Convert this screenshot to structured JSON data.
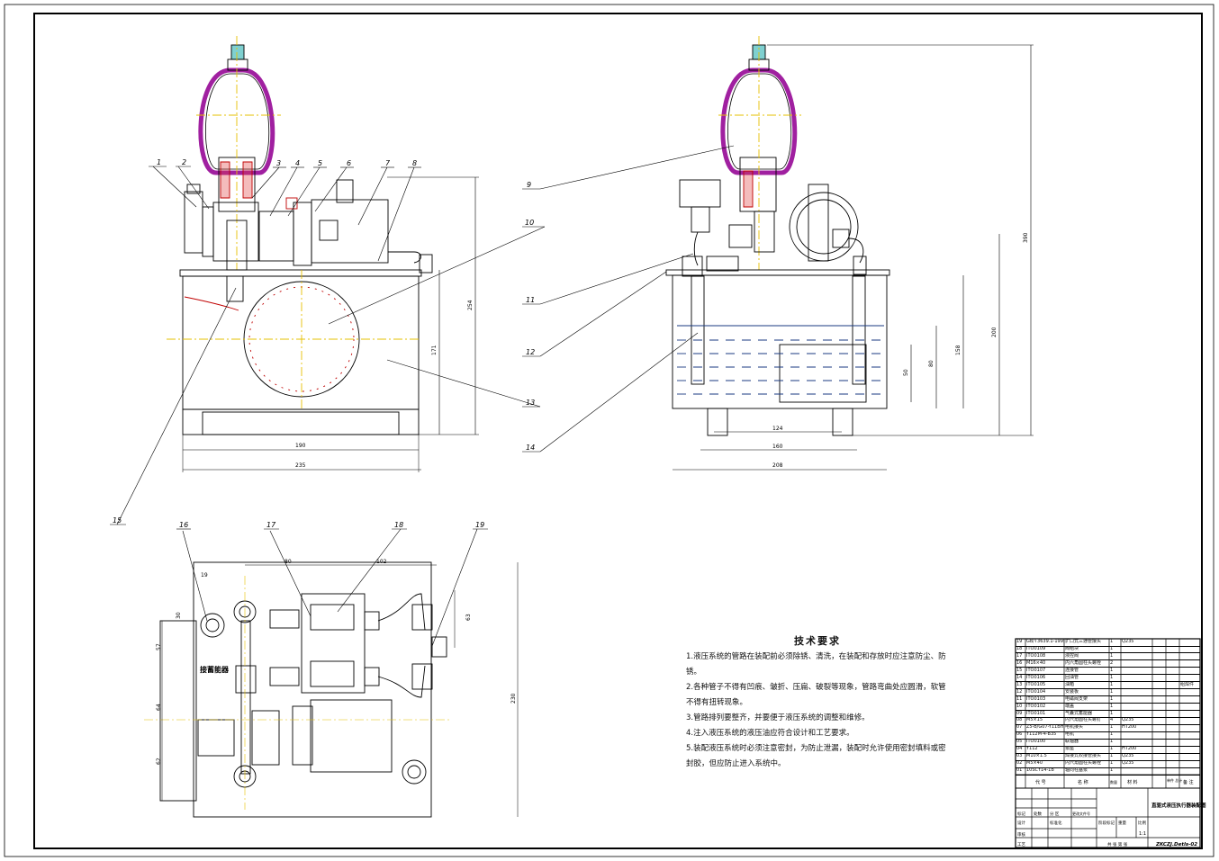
{
  "title_block": {
    "drawing_name": "直驱式液压执行器装配图",
    "drawing_no": "ZKCZJ.Detls-02",
    "scale": "1:1",
    "labels": {
      "code": "代 号",
      "name": "名 称",
      "qty": "数量",
      "material": "材 料",
      "single_total": "单件 总计",
      "weight": "重量",
      "remark": "备 注",
      "marks": "标记",
      "count": "处数",
      "zone": "分 区",
      "change_doc": "更改文件号",
      "sign": "签名",
      "date": "年月日",
      "design": "设计",
      "standardize": "标准化",
      "review": "审核",
      "process": "工艺",
      "stage_mark": "阶段标记",
      "weight2": "重量",
      "ratio": "比例",
      "sheets": "共 张 第 张"
    }
  },
  "tech_requirements": {
    "title": "技术要求",
    "items": [
      "1.液压系统的管路在装配前必须除锈、清洗，在装配和存放时应注意防尘、防",
      "锈。",
      "2.各种管子不得有凹痕、皱折、压扁、破裂等现象，管路弯曲处应圆滑，软管",
      "不得有扭转现象。",
      "3.管路排列要整齐，并要便于液压系统的调整和维修。",
      "4.注入液压系统的液压油应符合设计和工艺要求。",
      "5.装配液压系统时必须注意密封，为防止泄漏，装配时允许使用密封填料或密",
      "封胶，但应防止进入系统中。"
    ]
  },
  "bom": [
    {
      "no": "19",
      "code": "GB/T3639.1-1995",
      "name": "扩口式三通管接头",
      "qty": "1",
      "material": "Q235",
      "remark": ""
    },
    {
      "no": "18",
      "code": "ITO0109",
      "name": "阀组块",
      "qty": "1",
      "material": "",
      "remark": ""
    },
    {
      "no": "17",
      "code": "ITO0108",
      "name": "液控阀",
      "qty": "1",
      "material": "",
      "remark": ""
    },
    {
      "no": "16",
      "code": "M16×40",
      "name": "内六角圆柱头螺栓",
      "qty": "2",
      "material": "",
      "remark": ""
    },
    {
      "no": "15",
      "code": "ITO0107",
      "name": "连接管",
      "qty": "1",
      "material": "",
      "remark": ""
    },
    {
      "no": "14",
      "code": "ITO0106",
      "name": "回油管",
      "qty": "1",
      "material": "",
      "remark": ""
    },
    {
      "no": "13",
      "code": "ITO0105",
      "name": "油箱",
      "qty": "1",
      "material": "",
      "remark": "组焊件"
    },
    {
      "no": "12",
      "code": "ITO0104",
      "name": "安装板",
      "qty": "1",
      "material": "",
      "remark": ""
    },
    {
      "no": "11",
      "code": "ITO0103",
      "name": "电磁阀支架",
      "qty": "1",
      "material": "",
      "remark": ""
    },
    {
      "no": "10",
      "code": "ITO0102",
      "name": "端盖",
      "qty": "1",
      "material": "",
      "remark": ""
    },
    {
      "no": "09",
      "code": "ITO0101",
      "name": "气囊式蓄能器",
      "qty": "1",
      "material": "",
      "remark": ""
    },
    {
      "no": "08",
      "code": "M5×15",
      "name": "内六角圆柱头螺钉",
      "qty": "4",
      "material": "Q235",
      "remark": ""
    },
    {
      "no": "07",
      "code": "Z5-B/G07-Y11BH",
      "name": "电机接头",
      "qty": "1",
      "material": "HT200",
      "remark": ""
    },
    {
      "no": "06",
      "code": "Y112M-4-B35",
      "name": "电机",
      "qty": "1",
      "material": "",
      "remark": ""
    },
    {
      "no": "05",
      "code": "ITO0100",
      "name": "联轴器",
      "qty": "1",
      "material": "",
      "remark": ""
    },
    {
      "no": "04",
      "code": "Y112",
      "name": "泵座",
      "qty": "1",
      "material": "HT200",
      "remark": ""
    },
    {
      "no": "03",
      "code": "M10×1.5",
      "name": "焊接式铰接管接头",
      "qty": "1",
      "material": "Q235",
      "remark": ""
    },
    {
      "no": "02",
      "code": "M5×40",
      "name": "内六角圆柱头螺栓",
      "qty": "1",
      "material": "Q235",
      "remark": ""
    },
    {
      "no": "01",
      "code": "10SCY14-1B",
      "name": "轴向柱塞泵",
      "qty": "1",
      "material": "",
      "remark": ""
    }
  ],
  "leaders": [
    "1",
    "2",
    "3",
    "4",
    "5",
    "6",
    "7",
    "8",
    "9",
    "10",
    "11",
    "12",
    "13",
    "14",
    "15",
    "16",
    "17",
    "18",
    "19"
  ],
  "dimensions": {
    "front": [
      "235",
      "190",
      "171",
      "254"
    ],
    "side": [
      "208",
      "160",
      "124",
      "50",
      "80",
      "158",
      "200",
      "390"
    ],
    "top": [
      "19",
      "30",
      "57",
      "64",
      "62",
      "80",
      "102",
      "63",
      "230"
    ]
  },
  "annotations": {
    "accumulator_label": "接蓄能器"
  },
  "colors": {
    "line": "#000000",
    "center_line": "#e6c000",
    "accumulator_shell": "#a020a0",
    "section_hatch": "#c00000",
    "cap_teal": "#7fd0d0",
    "oil": "#1a3a80"
  }
}
